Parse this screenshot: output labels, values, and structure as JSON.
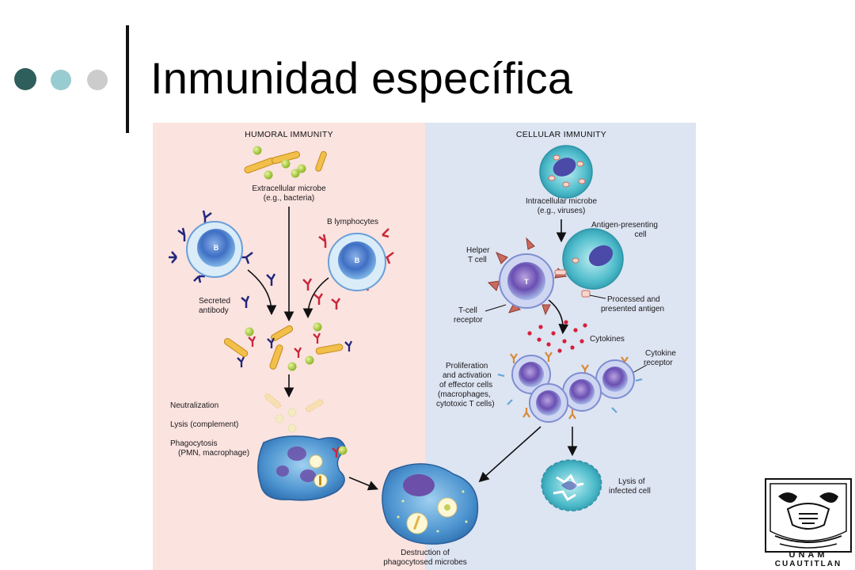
{
  "slide": {
    "title": "Inmunidad específica",
    "bullets": [
      {
        "color": "#2f5f5c"
      },
      {
        "color": "#99ccd0"
      },
      {
        "color": "#cccccc"
      }
    ]
  },
  "figure": {
    "humoral": {
      "header": "HUMORAL IMMUNITY",
      "microbe_line1": "Extracellular microbe",
      "microbe_line2": "(e.g., bacteria)",
      "b_lymphocytes": "B lymphocytes",
      "b_cell_letter": "B",
      "secreted_line1": "Secreted",
      "secreted_line2": "antibody",
      "neutralization": "Neutralization",
      "lysis_complement": "Lysis (complement)",
      "phago_line1": "Phagocytosis",
      "phago_line2": "(PMN, macrophage)",
      "background": "#fbe3e0"
    },
    "cellular": {
      "header": "CELLULAR IMMUNITY",
      "microbe_line1": "Intracellular microbe",
      "microbe_line2": "(e.g., viruses)",
      "apc_line1": "Antigen-presenting",
      "apc_line2": "cell",
      "helper_line1": "Helper",
      "helper_line2": "T cell",
      "t_cell_letter": "T",
      "tcr_line1": "T-cell",
      "tcr_line2": "receptor",
      "processed_line1": "Processed and",
      "processed_line2": "presented antigen",
      "cytokines": "Cytokines",
      "cytokine_receptor_line1": "Cytokine",
      "cytokine_receptor_line2": "receptor",
      "prolif_line1": "Proliferation",
      "prolif_line2": "and activation",
      "prolif_line3": "of effector cells",
      "prolif_line4": "(macrophages,",
      "prolif_line5": "cytotoxic T cells)",
      "lysis_line1": "Lysis of",
      "lysis_line2": "infected cell",
      "background": "#dde4f2"
    },
    "destruction_line1": "Destruction of",
    "destruction_line2": "phagocytosed microbes"
  },
  "logo": {
    "top_word": "UNAM",
    "bottom_word": "CUAUTITLAN",
    "icon": "unam-crest-icon"
  }
}
